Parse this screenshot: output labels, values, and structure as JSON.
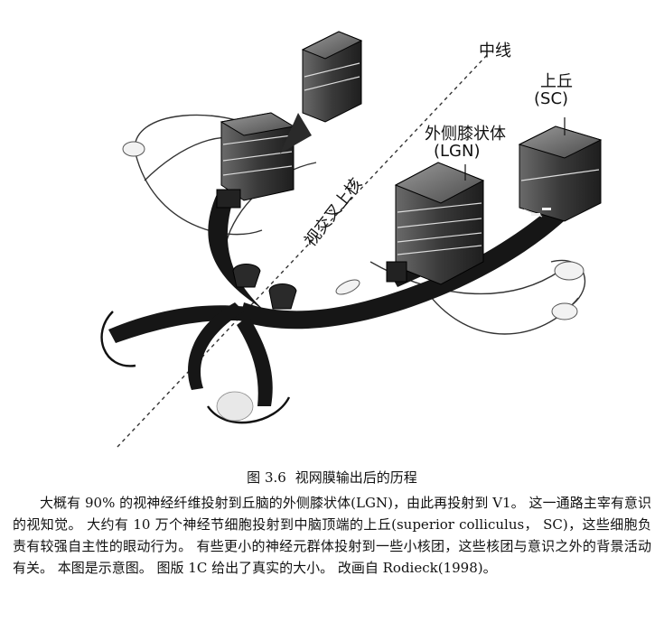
{
  "figure": {
    "labels": {
      "midline": "中线",
      "superior_colliculus": "上丘",
      "superior_colliculus_abbr": "(SC)",
      "lgn": "外侧膝状体",
      "lgn_abbr": "(LGN)",
      "suprachiasmatic": "视交叉上核"
    }
  },
  "caption": {
    "number": "图 3.6",
    "title": "视网膜输出后的历程"
  },
  "body_text": "大概有 90% 的视神经纤维投射到丘脑的外侧膝状体(LGN)，由此再投射到 V1。 这一通路主宰有意识的视知觉。 大约有 10 万个神经节细胞投射到中脑顶端的上丘(superior colliculus， SC)，这些细胞负责有较强自主性的眼动行为。 有些更小的神经元群体投射到一些小核团，这些核团与意识之外的背景活动有关。 本图是示意图。 图版 1C 给出了真实的大小。 改画自 Rodieck(1998)。"
}
